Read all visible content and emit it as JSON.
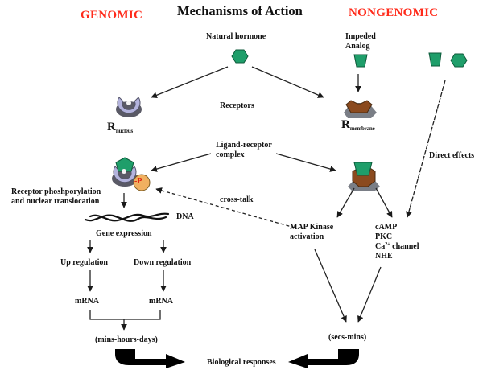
{
  "header": {
    "title": "Mechanisms of Action",
    "left_section": "GENOMIC",
    "right_section": "NONGENOMIC"
  },
  "colors": {
    "section_red": "#ff2a1a",
    "ligand_green": "#1f9e6a",
    "nuclear_receptor_lavender": "#b3b3dd",
    "membrane_receptor_brown": "#8b4a1e",
    "phosphate_orange": "#f0b060",
    "shadow_gray": "#808890"
  },
  "nodes": {
    "natural_hormone": "Natural hormone",
    "impeded_analog_line1": "Impeded",
    "impeded_analog_line2": "Analog",
    "receptors": "Receptors",
    "r_nucleus_main": "R",
    "r_nucleus_sub": "nucleus",
    "r_membrane_main": "R",
    "r_membrane_sub": "membrane",
    "ligand_receptor_line1": "Ligand-receptor",
    "ligand_receptor_line2": "complex",
    "direct_effects": "Direct effects",
    "phosphate": "-P",
    "phosphorylation_line1": "Receptor phoshporylation",
    "phosphorylation_line2": "and nuclear translocation",
    "cross_talk": "cross-talk",
    "dna": "DNA",
    "gene_expression": "Gene expression",
    "up_regulation": "Up regulation",
    "down_regulation": "Down regulation",
    "mrna_left": "mRNA",
    "mrna_right": "mRNA",
    "map_kinase_line1": "MAP Kinase",
    "map_kinase_line2": "activation",
    "camp": "cAMP",
    "pkc": "PKC",
    "ca_channel_prefix": "Ca",
    "ca_channel_sup": "2+",
    "ca_channel_suffix": " channel",
    "nhe": "NHE",
    "genomic_timescale": "(mins-hours-days)",
    "nongenomic_timescale": "(secs-mins)",
    "biological_responses": "Biological responses"
  }
}
